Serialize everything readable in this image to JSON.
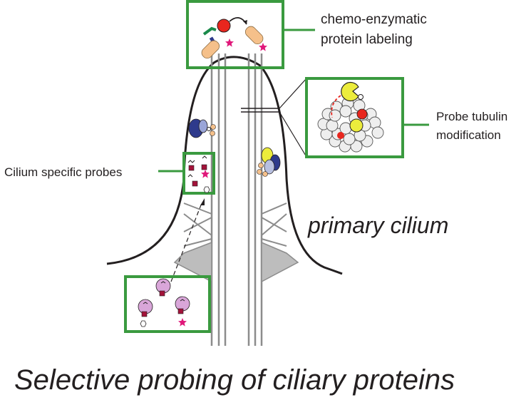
{
  "labels": {
    "chemo_line1": "chemo-enzymatic",
    "chemo_line2": "protein labeling",
    "probe_line1": "Probe tubulin",
    "probe_line2": "modification",
    "cilium_specific_probes": "Cilium specific probes",
    "primary_cilium": "primary cilium",
    "title": "Selective probing of ciliary proteins"
  },
  "colors": {
    "box_green": "#3a9a3f",
    "outline": "#231f20",
    "axoneme_gray": "#8c8c8c",
    "transition_fill": "#bdbdbd",
    "red": "#e8261e",
    "magenta": "#e0187a",
    "yellow": "#ecec3c",
    "navy": "#2e3a8c",
    "dark_red": "#a3123a",
    "peach": "#f5c08a",
    "lavender": "#d9a6d9",
    "teal": "#1a8a4a"
  },
  "icons": [
    "magenta-star-icon",
    "red-square-icon",
    "yellow-sphere-icon",
    "tubulin-bead-icon"
  ]
}
